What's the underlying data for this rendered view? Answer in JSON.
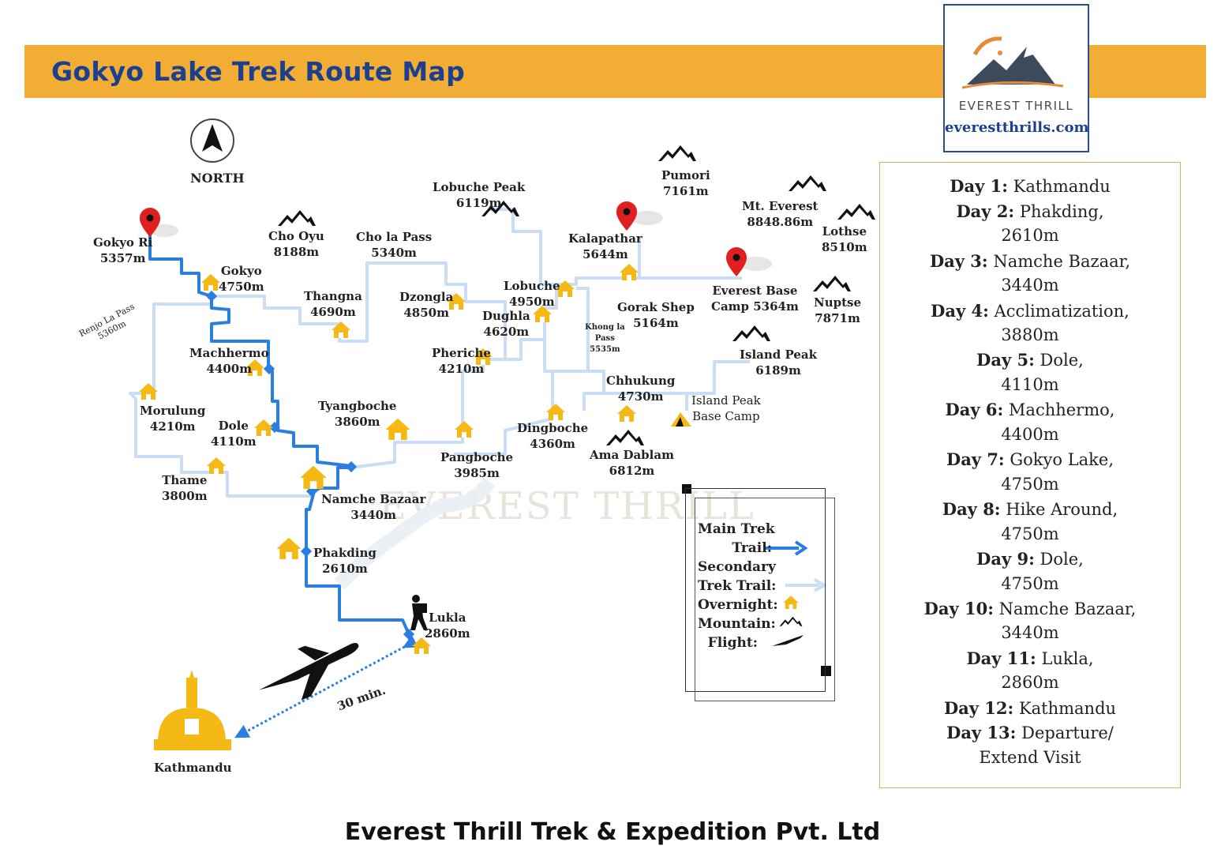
{
  "header": {
    "title": "Gokyo Lake Trek Route Map"
  },
  "logo": {
    "brand": "EVEREST THRILL",
    "url": "everestthrills.com"
  },
  "watermark": "EVEREST THRILL",
  "compass": {
    "label": "NORTH"
  },
  "places": [
    {
      "id": "gokyo-ri",
      "name": "Gokyo Ri",
      "alt": "5357m"
    },
    {
      "id": "gokyo",
      "name": "Gokyo",
      "alt": "4750m"
    },
    {
      "id": "cho-oyu",
      "name": "Cho Oyu",
      "alt": "8188m"
    },
    {
      "id": "cho-la-pass",
      "name": "Cho la Pass",
      "alt": "5340m"
    },
    {
      "id": "lobuche-peak",
      "name": "Lobuche Peak",
      "alt": "6119m"
    },
    {
      "id": "pumori",
      "name": "Pumori",
      "alt": "7161m"
    },
    {
      "id": "mt-everest",
      "name": "Mt. Everest",
      "alt": "8848.86m"
    },
    {
      "id": "lothse",
      "name": "Lothse",
      "alt": "8510m"
    },
    {
      "id": "kalapathar",
      "name": "Kalapathar",
      "alt": "5644m"
    },
    {
      "id": "everest-base-camp",
      "name": "Everest  Base",
      "alt": "Camp 5364m"
    },
    {
      "id": "nuptse",
      "name": "Nuptse",
      "alt": "7871m"
    },
    {
      "id": "thangna",
      "name": "Thangna",
      "alt": "4690m"
    },
    {
      "id": "dzongla",
      "name": "Dzongla",
      "alt": "4850m"
    },
    {
      "id": "lobuche",
      "name": "Lobuche",
      "alt": "4950m"
    },
    {
      "id": "dughla",
      "name": "Dughla",
      "alt": "4620m"
    },
    {
      "id": "gorak-shep",
      "name": "Gorak Shep",
      "alt": "5164m"
    },
    {
      "id": "machhermo",
      "name": "Machhermo",
      "alt": "4400m"
    },
    {
      "id": "pheriche",
      "name": "Pheriche",
      "alt": "4210m"
    },
    {
      "id": "island-peak",
      "name": "Island Peak",
      "alt": "6189m"
    },
    {
      "id": "chhukung",
      "name": "Chhukung",
      "alt": "4730m"
    },
    {
      "id": "island-peak-bc",
      "name": "Island Peak",
      "alt": "Base Camp"
    },
    {
      "id": "morulung",
      "name": "Morulung",
      "alt": "4210m"
    },
    {
      "id": "dole",
      "name": "Dole",
      "alt": "4110m"
    },
    {
      "id": "tyangboche",
      "name": "Tyangboche",
      "alt": "3860m"
    },
    {
      "id": "dingboche",
      "name": "Dingboche",
      "alt": "4360m"
    },
    {
      "id": "ama-dablam",
      "name": "Ama Dablam",
      "alt": "6812m"
    },
    {
      "id": "pangboche",
      "name": "Pangboche",
      "alt": "3985m"
    },
    {
      "id": "thame",
      "name": "Thame",
      "alt": "3800m"
    },
    {
      "id": "namche",
      "name": "Namche Bazaar",
      "alt": "3440m"
    },
    {
      "id": "phakding",
      "name": "Phakding",
      "alt": "2610m"
    },
    {
      "id": "lukla",
      "name": "Lukla",
      "alt": "2860m"
    },
    {
      "id": "kathmandu",
      "name": "Kathmandu",
      "alt": ""
    }
  ],
  "small_labels": {
    "renjo": [
      "Renjo La Pass",
      "5360m"
    ],
    "khong": [
      "Khong la",
      "Pass",
      "5535m"
    ]
  },
  "flight_label": "30 min.",
  "legend": {
    "main_trail": [
      "Main Trek",
      "Trail:"
    ],
    "secondary_trail": [
      "Secondary",
      "Trek Trail:"
    ],
    "overnight": "Overnight:",
    "mountain": "Mountain:",
    "flight": "Flight:"
  },
  "colors": {
    "main_trail": "#2a7de1",
    "secondary_trail": "#c9def5",
    "banner": "#f2ad35",
    "title": "#1c3f8e",
    "marker": "#e02020",
    "house": "#f5b915"
  },
  "itinerary": [
    {
      "day": "Day 1:",
      "text": "Kathmandu",
      "cont": ""
    },
    {
      "day": "Day 2:",
      "text": "Phakding,",
      "cont": "2610m"
    },
    {
      "day": "Day 3:",
      "text": "Namche Bazaar,",
      "cont": "3440m"
    },
    {
      "day": "Day 4:",
      "text": "Acclimatization,",
      "cont": "3880m"
    },
    {
      "day": "Day 5:",
      "text": "Dole,",
      "cont": "4110m"
    },
    {
      "day": "Day 6:",
      "text": "Machhermo,",
      "cont": "4400m"
    },
    {
      "day": "Day 7:",
      "text": "Gokyo Lake,",
      "cont": "4750m"
    },
    {
      "day": "Day 8:",
      "text": "Hike Around,",
      "cont": "4750m"
    },
    {
      "day": "Day 9:",
      "text": "Dole,",
      "cont": "4750m"
    },
    {
      "day": "Day 10:",
      "text": "Namche Bazaar,",
      "cont": "3440m"
    },
    {
      "day": "Day 11:",
      "text": "Lukla,",
      "cont": "2860m"
    },
    {
      "day": "Day 12:",
      "text": "Kathmandu",
      "cont": ""
    },
    {
      "day": "Day 13:",
      "text": "Departure/",
      "cont": "Extend Visit"
    }
  ],
  "footer": "Everest Thrill Trek & Expedition Pvt. Ltd"
}
